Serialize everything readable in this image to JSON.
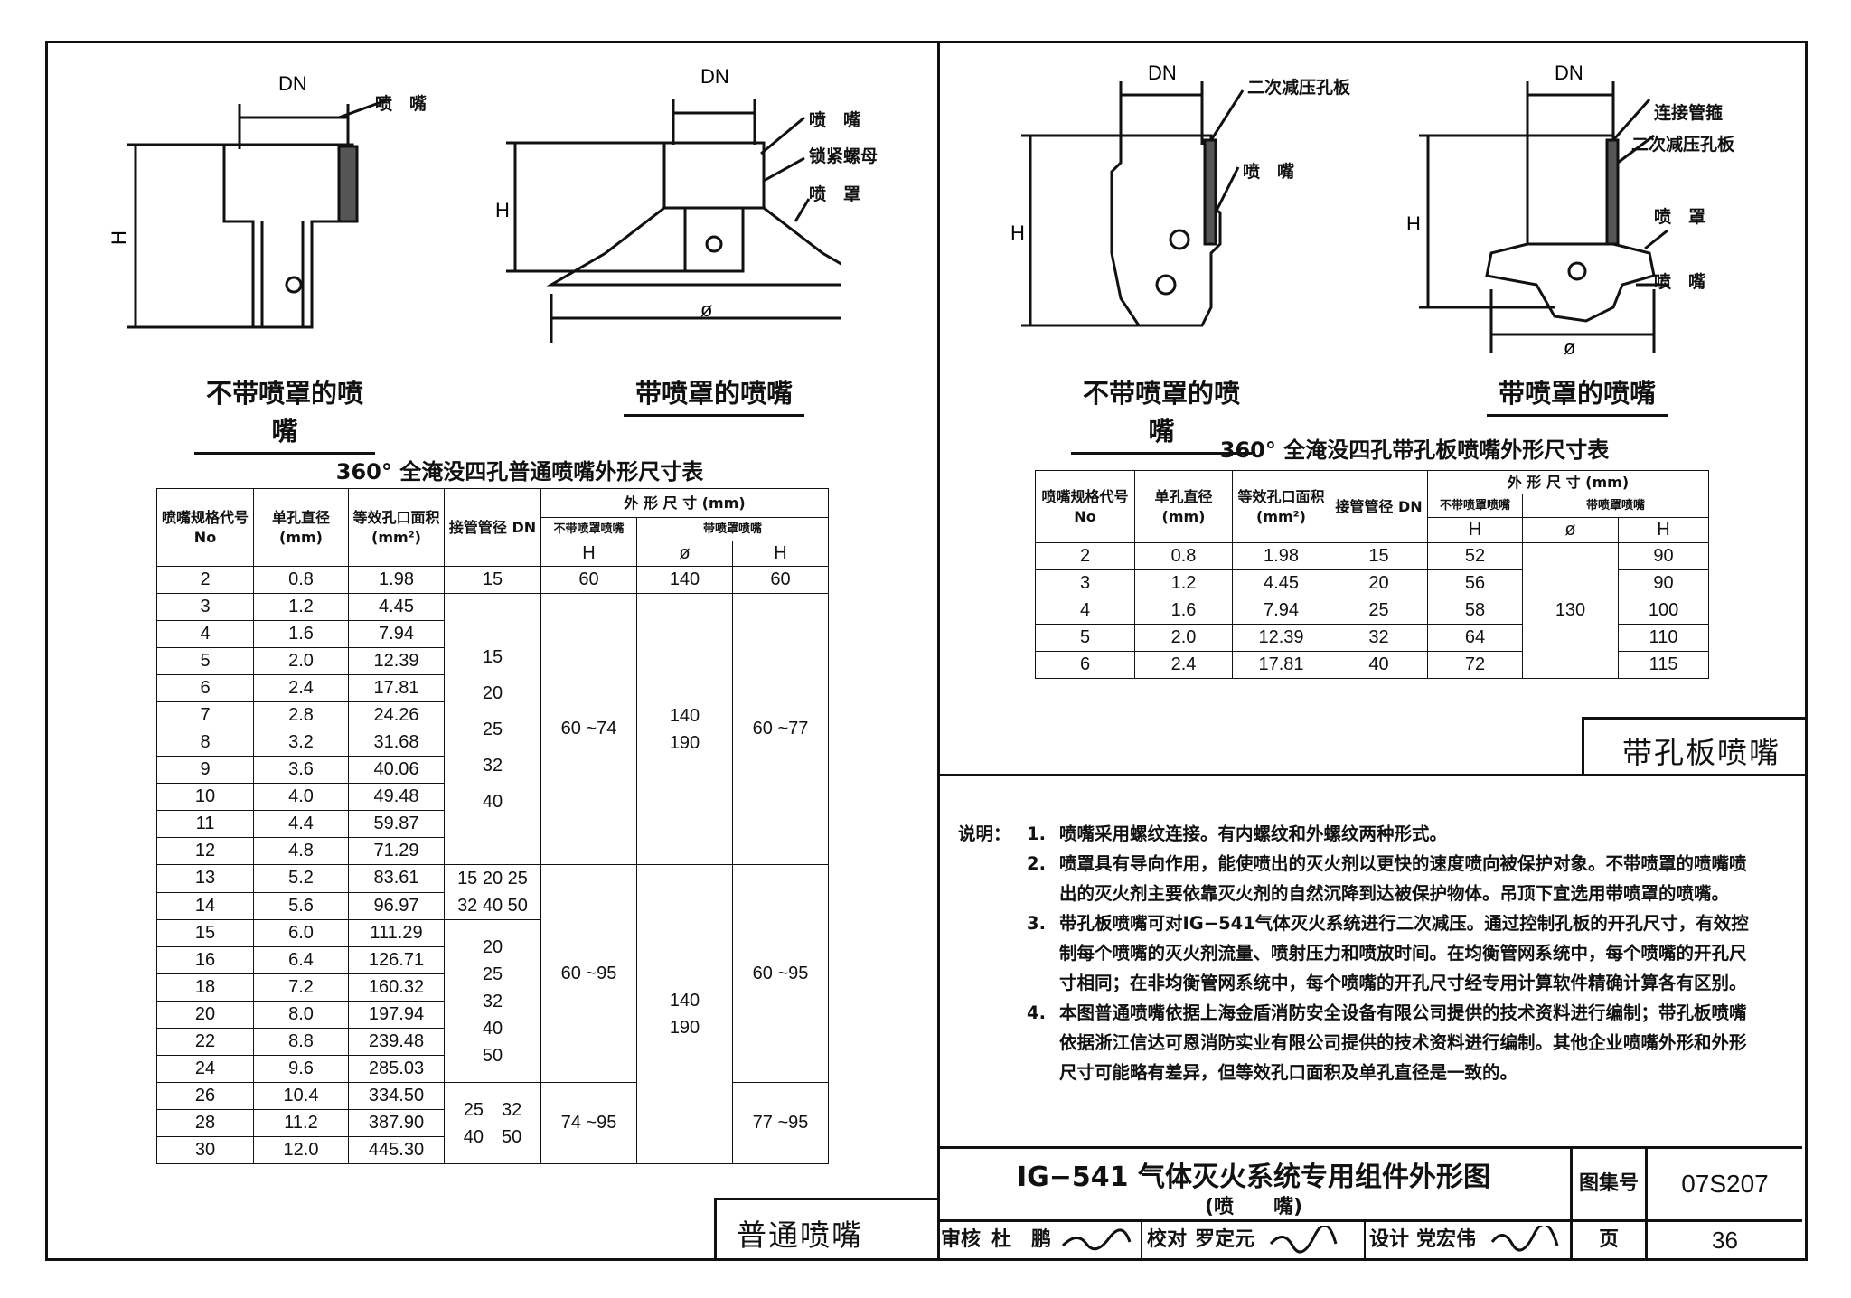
{
  "left": {
    "caption_plain": "不带喷罩的喷嘴",
    "caption_shield": "带喷罩的喷嘴",
    "diagram_labels": {
      "dn": "DN",
      "h": "H",
      "phi": "ø",
      "nozzle": "喷　嘴",
      "lock_nut": "锁紧螺母",
      "shield": "喷　罩"
    },
    "table_title": "360° 全淹没四孔普通喷嘴外形尺寸表",
    "headers": {
      "spec": "喷嘴规格代号 No",
      "hole_dia": "单孔直径 (mm)",
      "area": "等效孔口面积 (mm²)",
      "pipe": "接管管径 DN",
      "outer": "外 形 尺 寸 (mm)",
      "no_shield": "不带喷罩喷嘴",
      "with_shield": "带喷罩喷嘴",
      "h": "H",
      "phi": "ø"
    },
    "rows": [
      [
        "2",
        "0.8",
        "1.98"
      ],
      [
        "3",
        "1.2",
        "4.45"
      ],
      [
        "4",
        "1.6",
        "7.94"
      ],
      [
        "5",
        "2.0",
        "12.39"
      ],
      [
        "6",
        "2.4",
        "17.81"
      ],
      [
        "7",
        "2.8",
        "24.26"
      ],
      [
        "8",
        "3.2",
        "31.68"
      ],
      [
        "9",
        "3.6",
        "40.06"
      ],
      [
        "10",
        "4.0",
        "49.48"
      ],
      [
        "11",
        "4.4",
        "59.87"
      ],
      [
        "12",
        "4.8",
        "71.29"
      ],
      [
        "13",
        "5.2",
        "83.61"
      ],
      [
        "14",
        "5.6",
        "96.97"
      ],
      [
        "15",
        "6.0",
        "111.29"
      ],
      [
        "16",
        "6.4",
        "126.71"
      ],
      [
        "18",
        "7.2",
        "160.32"
      ],
      [
        "20",
        "8.0",
        "197.94"
      ],
      [
        "22",
        "8.8",
        "239.48"
      ],
      [
        "24",
        "9.6",
        "285.03"
      ],
      [
        "26",
        "10.4",
        "334.50"
      ],
      [
        "28",
        "11.2",
        "387.90"
      ],
      [
        "30",
        "12.0",
        "445.30"
      ]
    ],
    "group_cells": {
      "g1_pipe": "15",
      "g1_h": "60",
      "g1_phi": "140",
      "g1_h2": "60",
      "g2_pipe": [
        "15",
        "20",
        "25",
        "32",
        "40"
      ],
      "g2_h": "60 ~74",
      "g2_phi": [
        "140",
        "190"
      ],
      "g2_h2": "60 ~77",
      "g3_pipe": [
        "15 20 25",
        "32 40 50"
      ],
      "g4_pipe": [
        "20",
        "25",
        "32",
        "40",
        "50"
      ],
      "g34_h": "60 ~95",
      "g345_phi": [
        "140",
        "190"
      ],
      "g34_h2": "60 ~95",
      "g5_pipe": [
        "25　32",
        "40　50"
      ],
      "g5_h": "74 ~95",
      "g5_h2": "77 ~95"
    },
    "tag": "普通喷嘴"
  },
  "right": {
    "caption_plain": "不带喷罩的喷嘴",
    "caption_shield": "带喷罩的喷嘴",
    "diagram_labels": {
      "dn": "DN",
      "h": "H",
      "phi": "ø",
      "orifice": "二次减压孔板",
      "nozzle": "喷　嘴",
      "connector": "连接管箍",
      "orifice2": "二次减压孔板",
      "shield": "喷　罩",
      "nozzle2": "喷　嘴"
    },
    "table_title": "360° 全淹没四孔带孔板喷嘴外形尺寸表",
    "headers": {
      "spec": "喷嘴规格代号 No",
      "hole_dia": "单孔直径 (mm)",
      "area": "等效孔口面积 (mm²)",
      "pipe": "接管管径 DN",
      "outer": "外 形 尺 寸 (mm)",
      "no_shield": "不带喷罩喷嘴",
      "with_shield": "带喷罩喷嘴",
      "h": "H",
      "phi": "ø",
      "h2": "H"
    },
    "rows": [
      [
        "2",
        "0.8",
        "1.98",
        "15",
        "52",
        "90"
      ],
      [
        "3",
        "1.2",
        "4.45",
        "20",
        "56",
        "90"
      ],
      [
        "4",
        "1.6",
        "7.94",
        "25",
        "58",
        "100"
      ],
      [
        "5",
        "2.0",
        "12.39",
        "32",
        "64",
        "110"
      ],
      [
        "6",
        "2.4",
        "17.81",
        "40",
        "72",
        "115"
      ]
    ],
    "phi_value": "130",
    "tag": "带孔板喷嘴"
  },
  "notes": {
    "heading": "说明：",
    "items": [
      {
        "n": "1.",
        "lines": [
          "喷嘴采用螺纹连接。有内螺纹和外螺纹两种形式。"
        ]
      },
      {
        "n": "2.",
        "lines": [
          "喷罩具有导向作用，能使喷出的灭火剂以更快的速度喷向被保护对象。不带喷罩的喷嘴喷",
          "出的灭火剂主要依靠灭火剂的自然沉降到达被保护物体。吊顶下宜选用带喷罩的喷嘴。"
        ]
      },
      {
        "n": "3.",
        "lines": [
          "带孔板喷嘴可对IG−541气体灭火系统进行二次减压。通过控制孔板的开孔尺寸，有效控",
          "制每个喷嘴的灭火剂流量、喷射压力和喷放时间。在均衡管网系统中，每个喷嘴的开孔尺",
          "寸相同；在非均衡管网系统中，每个喷嘴的开孔尺寸经专用计算软件精确计算各有区别。"
        ]
      },
      {
        "n": "4.",
        "lines": [
          "本图普通喷嘴依据上海金盾消防安全设备有限公司提供的技术资料进行编制；带孔板喷嘴",
          "依据浙江信达可恩消防实业有限公司提供的技术资料进行编制。其他企业喷嘴外形和外形",
          "尺寸可能略有差异，但等效孔口面积及单孔直径是一致的。"
        ]
      }
    ]
  },
  "title_block": {
    "title": "IG−541 气体灭火系统专用组件外形图",
    "subtitle": "(喷　　嘴)",
    "atlas_label": "图集号",
    "atlas_no": "07S207",
    "review_label": "审核",
    "reviewer": "杜　鹏",
    "check_label": "校对",
    "checker": "罗定元",
    "design_label": "设计",
    "designer": "党宏伟",
    "page_label": "页",
    "page_no": "36"
  }
}
